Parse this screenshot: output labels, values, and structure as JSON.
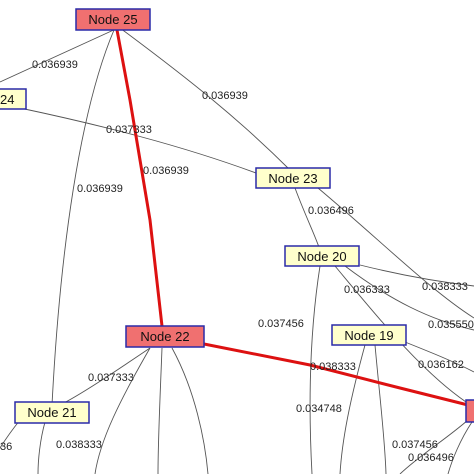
{
  "colors": {
    "node_default_fill": "#ffffcc",
    "node_highlight_fill": "#f07070",
    "node_border": "#2a2aa8",
    "edge": "#555555",
    "highlight_edge": "#dd1111"
  },
  "nodes": [
    {
      "id": "n25",
      "label": "Node 25",
      "highlighted": true
    },
    {
      "id": "n24",
      "label": "24",
      "highlighted": false
    },
    {
      "id": "n23",
      "label": "Node 23",
      "highlighted": false
    },
    {
      "id": "n20",
      "label": "Node 20",
      "highlighted": false
    },
    {
      "id": "n22",
      "label": "Node 22",
      "highlighted": true
    },
    {
      "id": "n19",
      "label": "Node 19",
      "highlighted": false
    },
    {
      "id": "n21",
      "label": "Node 21",
      "highlighted": false
    },
    {
      "id": "nR",
      "label": "",
      "highlighted": true
    }
  ],
  "edges": [
    {
      "id": "e25-22",
      "from": "n25",
      "to": "n22",
      "label": "0.036939",
      "highlighted": true
    },
    {
      "id": "e22-R",
      "from": "n22",
      "to": "nR",
      "label": "0.038333",
      "highlighted": true
    },
    {
      "id": "e25-24",
      "from": "n25",
      "to": "n24",
      "label": "0.036939",
      "highlighted": false
    },
    {
      "id": "e25-23",
      "from": "n25",
      "to": "n23",
      "label": "0.036939",
      "highlighted": false
    },
    {
      "id": "e25-21",
      "from": "n25",
      "to": "n21",
      "label": "0.036939",
      "highlighted": false
    },
    {
      "id": "e24-23",
      "from": "n24",
      "to": "n23",
      "label": "0.037333",
      "highlighted": false
    },
    {
      "id": "e23-20",
      "from": "n23",
      "to": "n20",
      "label": "0.036496",
      "highlighted": false
    },
    {
      "id": "e23-R",
      "from": "n23",
      "to": "nR",
      "label": "0.038333",
      "highlighted": false
    },
    {
      "id": "e20-R",
      "from": "n20",
      "to": "nR",
      "label": "0.036333",
      "highlighted": false
    },
    {
      "id": "e20-down",
      "from": "n20",
      "to": "",
      "label": "0.037456",
      "highlighted": false
    },
    {
      "id": "e19-R",
      "from": "n19",
      "to": "nR",
      "label": "0.036162",
      "highlighted": false
    },
    {
      "id": "e19-down",
      "from": "n19",
      "to": "",
      "label": "0.034748",
      "highlighted": false
    },
    {
      "id": "e20-R2",
      "from": "n20",
      "to": "nR",
      "label": "0.035550",
      "highlighted": false
    },
    {
      "id": "e22-21",
      "from": "n22",
      "to": "n21",
      "label": "0.037333",
      "highlighted": false
    },
    {
      "id": "e22-down",
      "from": "n22",
      "to": "",
      "label": "0.038333",
      "highlighted": false
    },
    {
      "id": "eR-down",
      "from": "nR",
      "to": "",
      "label": "0.037456",
      "highlighted": false
    },
    {
      "id": "eR-down2",
      "from": "nR",
      "to": "",
      "label": "0.036496",
      "highlighted": false
    },
    {
      "id": "e21-left",
      "from": "n21",
      "to": "",
      "label": "36",
      "highlighted": false
    }
  ]
}
